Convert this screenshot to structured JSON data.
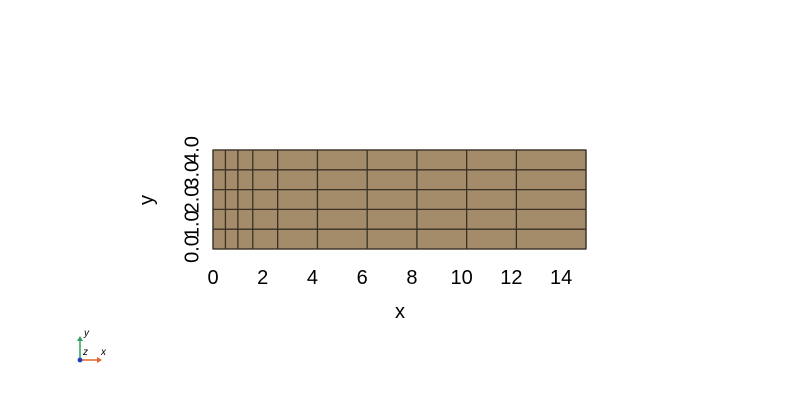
{
  "plot": {
    "xlabel": "x",
    "ylabel": "y",
    "x_ticks": [
      "0",
      "2",
      "4",
      "6",
      "8",
      "10",
      "12",
      "14"
    ],
    "y_ticks": [
      "0.0",
      "1.0",
      "2.0",
      "3.0",
      "4.0"
    ],
    "x_range": [
      0,
      15
    ],
    "y_range": [
      0,
      4
    ],
    "mesh_x_lines": [
      0,
      0.5,
      1,
      1.6,
      2.6,
      4.2,
      6.2,
      8.2,
      10.2,
      12.2,
      15
    ],
    "mesh_y_lines": [
      0,
      0.8,
      1.6,
      2.4,
      3.2,
      4
    ],
    "mesh_color": "#a48b69",
    "mesh_edge_color": "#3a3026"
  },
  "orientation_axes": {
    "x_label": "x",
    "y_label": "y",
    "z_label": "z",
    "x_color": "#e2632d",
    "y_color": "#2ca25f",
    "z_color": "#1f3fbf"
  }
}
